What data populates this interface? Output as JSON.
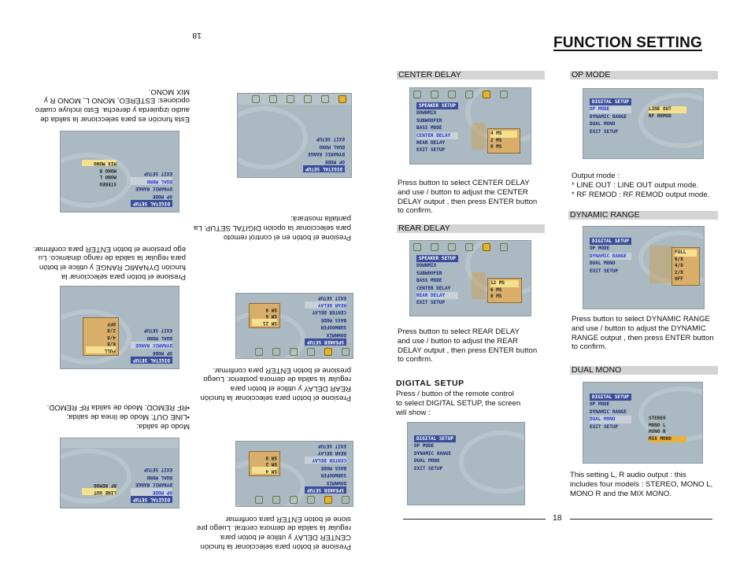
{
  "header": {
    "title": "FUNCTION SETTING",
    "page_number": "18",
    "page_number_flipped": "18"
  },
  "center_delay": {
    "bar": "CENTER  DELAY",
    "screen": {
      "menu": [
        "SPEAKER SETUP",
        "DOWNMIX",
        "SUBWOOFER",
        "BASS MODE",
        "CENTER DELAY",
        "REAR DELAY",
        "",
        "EXIT SETUP"
      ],
      "options": [
        "4 MS",
        "2 MS",
        "0 MS"
      ]
    },
    "text": [
      "Press  button  to  select  CENTER  DELAY",
      "and  use  /   button  to  adjust the CENTER",
      "DELAY output , then  press  ENTER  button",
      "to  confirm."
    ]
  },
  "rear_delay": {
    "bar": "REAR  DELAY",
    "screen": {
      "menu": [
        "SPEAKER SETUP",
        "DOWNMIX",
        "SUBWOOFER",
        "BASS MODE",
        "CENTER DELAY",
        "REAR DELAY",
        "",
        "EXIT SETUP"
      ],
      "options": [
        "12 MS",
        "6 MS",
        "0 MS"
      ]
    },
    "text": [
      "Press  button  to  select  REAR  DELAY",
      "and  use  /   button  to  adjust the REAR",
      "DELAY output , then  press  ENTER  button",
      "to  confirm."
    ]
  },
  "digital_setup": {
    "heading": "DIGITAL  SETUP",
    "text": [
      "Press  /   button  of  the  remote  control",
      "to  select  DIGITAL  SETUP, the  screen",
      "will  show :"
    ],
    "screen": {
      "menu": [
        "DIGITAL SETUP",
        "OP MODE",
        "DYNAMIC RANGE",
        "DUAL MONO",
        "",
        "EXIT SETUP"
      ]
    }
  },
  "op_mode": {
    "bar": "OP  MODE",
    "screen": {
      "menu": [
        "DIGITAL SETUP",
        "OP MODE",
        "DYNAMIC RANGE",
        "DUAL MONO",
        "",
        "EXIT SETUP"
      ],
      "options": [
        "LINE OUT",
        "RF REMOD"
      ]
    },
    "text": [
      "Output  mode :",
      "* LINE  OUT : LINE  OUT  output  mode.",
      "* RF  REMOD : RF  REMOD  output  mode."
    ]
  },
  "dynamic_range": {
    "bar": "DYNAMIC  RANGE",
    "screen": {
      "menu": [
        "DIGITAL SETUP",
        "OP MODE",
        "DYNAMIC RANGE",
        "DUAL MONO",
        "",
        "EXIT SETUP"
      ],
      "options": [
        "FULL",
        "6/8",
        "4/8",
        "2/8",
        "OFF"
      ]
    },
    "text": [
      "Press  button to select DYNAMIC RANGE",
      "and use  /   button to adjust the DYNAMIC",
      "RANGE output , then press ENTER button",
      "to confirm."
    ]
  },
  "dual_mono": {
    "bar": "DUAL  MONO",
    "screen": {
      "menu": [
        "DIGITAL SETUP",
        "OP MODE",
        "DYNAMIC RANGE",
        "DUAL MONO",
        "",
        "EXIT SETUP"
      ],
      "options": [
        "STEREO",
        "MONO L",
        "MONO R",
        "MIX MONO"
      ]
    },
    "text": [
      "This setting L, R  audio  output : this",
      "includes four models : STEREO, MONO  L,",
      "MONO  R  and  the  MIX  MONO."
    ]
  },
  "spanish": {
    "col1": [
      {
        "text": [
          "Modo de salida:",
          "•LINE OUT: Modo de línea de salida;",
          "•RF REMOD: Modo de salida RF REMOD."
        ],
        "screen": {
          "menu": [
            "DIGITAL SETUP",
            "OP MODE",
            "DYNAMIC RANGE",
            "DUAL MONO",
            "",
            "EXIT SETUP"
          ],
          "options": [
            "LINE OUT",
            "RF REMOD"
          ]
        }
      },
      {
        "text": [
          "Presione el botón     para seleccionar la",
          "función DYNAMIC RANGE y utilice el botón",
          "para regular la salida de rango dinámico. Lu",
          "ego presione el botón ENTER para confirmar."
        ],
        "screen": {
          "menu": [
            "DIGITAL SETUP",
            "OP MODE",
            "DYNAMIC RANGE",
            "DUAL MONO",
            "",
            "EXIT SETUP"
          ],
          "options": [
            "FULL",
            "6/8",
            "4/8",
            "2/8",
            "OFF"
          ]
        }
      },
      {
        "text": [
          "Esta función es para seleccionar la salida de",
          "audio izquierda y derecha. Esto incluye cuatro",
          "opciones: ESTÉREO, MONO L, MONO R y",
          "MIX MONO."
        ],
        "screen": {
          "menu": [
            "DIGITAL SETUP",
            "OP MODE",
            "DYNAMIC RANGE",
            "DUAL MONO",
            "",
            "EXIT SETUP"
          ],
          "options": [
            "STEREO",
            "MONO L",
            "MONO R",
            "MIX MONO"
          ]
        }
      }
    ],
    "col2": [
      {
        "text": [
          "Presione el botón     para seleccionar la función",
          "CENTER DELAY y utilice el botón      para",
          "regular la salida de demora central. Luego pre",
          "sione el botón ENTER para confirmar"
        ],
        "screen": {
          "menu": [
            "SPEAKER SETUP",
            "DOWNMIX",
            "SUBWOOFER",
            "BASS MODE",
            "CENTER DELAY",
            "REAR DELAY",
            "",
            "EXIT SETUP"
          ],
          "options": [
            "SM 4",
            "SM 2",
            "SM 0"
          ]
        }
      },
      {
        "text": [
          "Presione el botón     para seleccionar la función",
          "REAR DELAY y utilice el botón      para",
          "regular la salida de demora posterior. Luego",
          "presione el botón ENTER para confirmar."
        ],
        "screen": {
          "menu": [
            "SPEAKER SETUP",
            "DOWNMIX",
            "SUBWOOFER",
            "BASS MODE",
            "CENTER DELAY",
            "REAR DELAY",
            "",
            "EXIT SETUP"
          ],
          "options": [
            "SM 21",
            "SM 6",
            "SM 0"
          ]
        }
      },
      {
        "text": [
          "Presione el botón       en el control remoto",
          "para seleccionar la opción DIGITAL SETUP. La",
          "pantalla mostrará:"
        ],
        "screen": {
          "menu": [
            "DIGITAL SETUP",
            "OP MODE",
            "DYNAMIC RANGE",
            "DUAL MONO",
            "",
            "EXIT SETUP"
          ]
        }
      }
    ]
  }
}
